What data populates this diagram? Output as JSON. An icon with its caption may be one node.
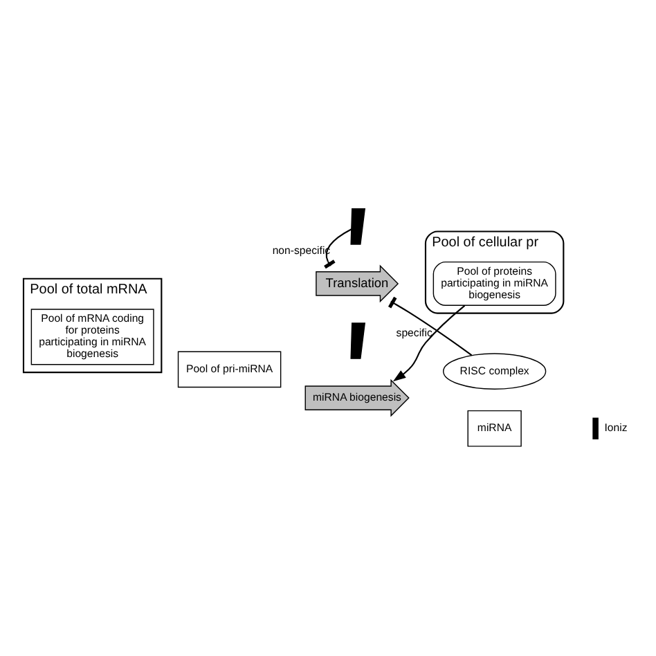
{
  "diagram": {
    "nodes": [
      {
        "text": [
          "Pool of total mRNA"
        ]
      },
      {
        "text": [
          "Pool of mRNA coding for proteins participating in miRNA biogenesis"
        ],
        "in": 0
      },
      {
        "text": [
          "Translation"
        ]
      },
      {
        "text": [
          "Pool of cellular pr"
        ]
      },
      {
        "text": [
          "Pool of proteins participating in miRNA biogenesis"
        ],
        "in": 3
      },
      {
        "text": [
          "Pool of pri-miRNA"
        ]
      },
      {
        "text": [
          "miRNA biogenesis"
        ]
      },
      {
        "text": [
          "RISC complex"
        ]
      },
      {
        "text": [
          "miRNA"
        ]
      },
      {
        "text": [],
        "shape": "lightning"
      },
      {
        "text": [],
        "shape": "lightning"
      }
    ],
    "edges": [
      {
        "from": 9,
        "to": 2,
        "arrow": "other",
        "label": "non-specific"
      },
      {
        "from": 7,
        "to": 2,
        "arrow": "other",
        "label": "specific"
      },
      {
        "from": 4,
        "to": 6,
        "arrow": "to"
      }
    ],
    "legend": [
      {
        "text": "Ioniz"
      }
    ]
  }
}
